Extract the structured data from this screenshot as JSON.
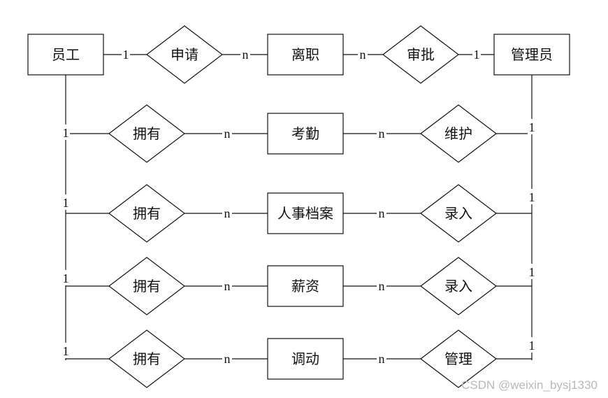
{
  "entities": {
    "employee": "员工",
    "resignation": "离职",
    "manager": "管理员",
    "attendance": "考勤",
    "hr_file": "人事档案",
    "salary": "薪资",
    "transfer": "调动"
  },
  "relationships": {
    "apply": "申请",
    "approve": "审批",
    "own1": "拥有",
    "own2": "拥有",
    "own3": "拥有",
    "own4": "拥有",
    "maintain": "维护",
    "enter1": "录入",
    "enter2": "录入",
    "manage": "管理"
  },
  "cardinalities": {
    "one": "1",
    "many": "n"
  },
  "watermark": "CSDN @weixin_bysj1330"
}
